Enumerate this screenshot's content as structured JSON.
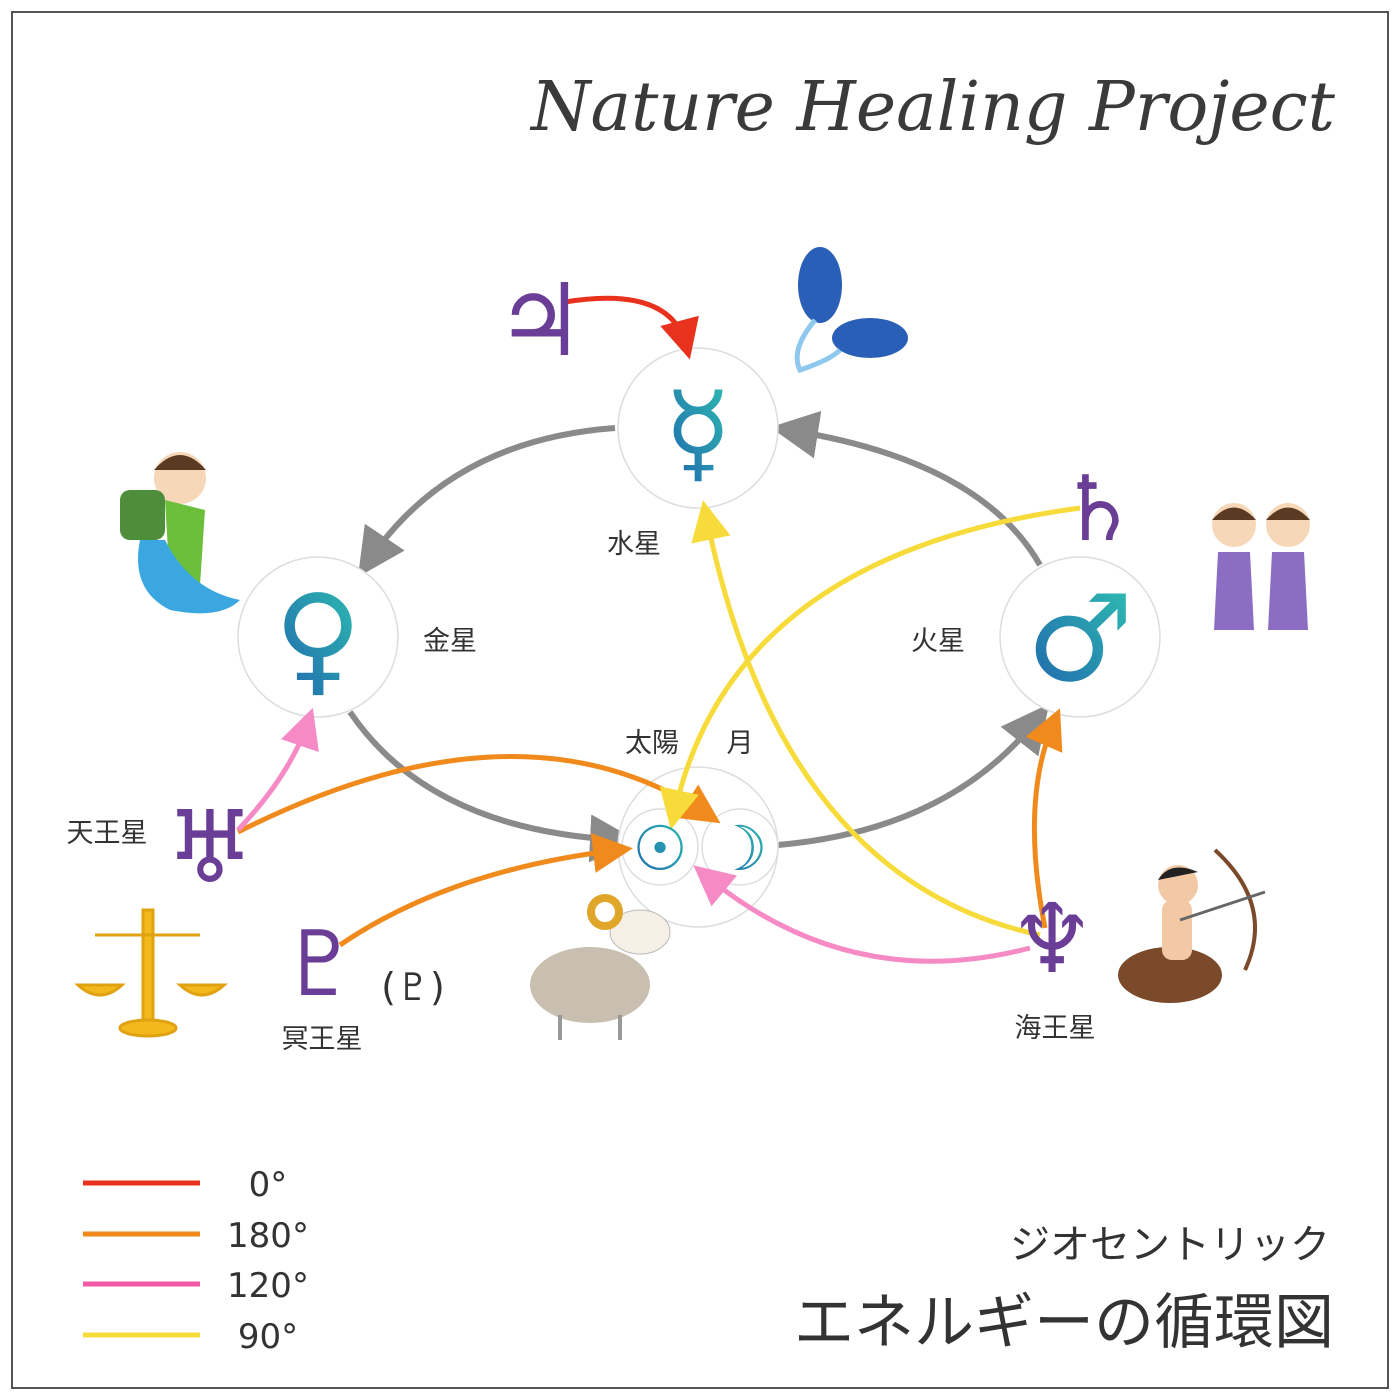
{
  "title": "Nature Healing Project",
  "subtitle": "ジオセントリック",
  "main_caption": "エネルギーの循環図",
  "planets": {
    "mercury": {
      "label": "水星",
      "symbol": "☿"
    },
    "venus": {
      "label": "金星",
      "symbol": "♀"
    },
    "mars": {
      "label": "火星",
      "symbol": "♂"
    },
    "sun": {
      "label": "太陽",
      "symbol": "☉"
    },
    "moon": {
      "label": "月",
      "symbol": "☽"
    },
    "jupiter": {
      "symbol": "♃"
    },
    "saturn": {
      "symbol": "♄"
    },
    "uranus": {
      "label": "天王星",
      "symbol": "♅"
    },
    "neptune": {
      "label": "海王星",
      "symbol": "♆"
    },
    "pluto": {
      "label": "冥王星",
      "symbol": "♇",
      "alt": "(♇)"
    }
  },
  "legend": [
    {
      "label": "0°",
      "color": "#e8321e"
    },
    {
      "label": "180°",
      "color": "#f08a1c"
    },
    {
      "label": "120°",
      "color": "#f25aa8"
    },
    {
      "label": "90°",
      "color": "#f7db3a"
    }
  ],
  "colors": {
    "cycle": "#8a8a8a",
    "symbol_purple": "#6a3d96",
    "symbol_teal": "#1e7fae"
  }
}
